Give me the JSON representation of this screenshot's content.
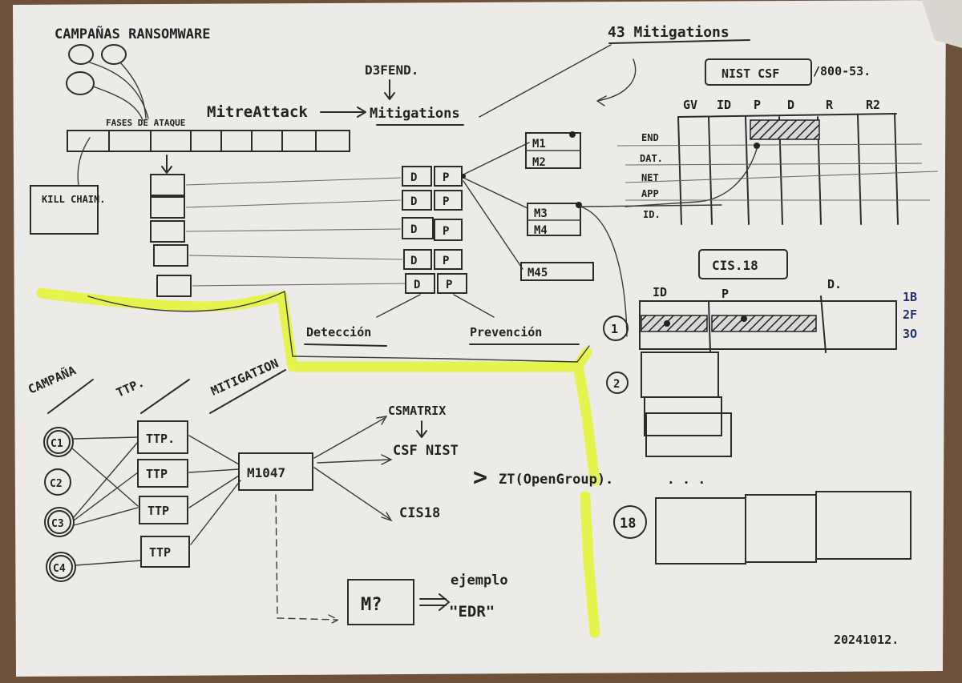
{
  "title_campaigns": "CAMPAÑAS RANSOMWARE",
  "attack_phases_label": "FASES DE ATAQUE",
  "kill_chain_label": "KILL CHAIN.",
  "mitre_attack": "MitreAttack",
  "d3fend": "D3FEND.",
  "mitigations": "Mitigations",
  "mitigations_count": "43 Mitigations",
  "nist_csf": "NIST CSF",
  "nist_800_53": "/800-53.",
  "csf_columns": [
    "GV",
    "ID",
    "P",
    "D",
    "R",
    "R2"
  ],
  "csf_rows": [
    "END",
    "DAT.",
    "NET",
    "APP",
    "ID."
  ],
  "dp_pairs": [
    {
      "d": "D",
      "p": "P"
    },
    {
      "d": "D",
      "p": "P"
    },
    {
      "d": "D",
      "p": "P"
    },
    {
      "d": "D",
      "p": "P"
    },
    {
      "d": "D",
      "p": "P"
    }
  ],
  "m_group_1": [
    "M1",
    "M2"
  ],
  "m_group_2": [
    "M3",
    "M4"
  ],
  "m45": "M45",
  "detection": "Detección",
  "prevention": "Prevención",
  "cis18": "CIS.18",
  "cis_columns": [
    "ID",
    "P",
    "D."
  ],
  "cis_legend": [
    "1B",
    "2F",
    "3O"
  ],
  "cis_rows": [
    "1",
    "2",
    "18"
  ],
  "ellipsis": ". . .",
  "section_campana": "CAMPAÑA",
  "section_ttp": "TTP.",
  "section_mitigation": "MITIGATION",
  "campaigns": [
    "C1",
    "C2",
    "C3",
    "C4"
  ],
  "ttps": [
    "TTP.",
    "TTP",
    "TTP",
    "TTP"
  ],
  "mitigation_id": "M1047",
  "cis_matrix": "CSMATRIX",
  "csf_nist": "CSF NIST",
  "cis18_target": "CIS18",
  "zt_opengroup": "ZT(OpenGroup).",
  "unknown_m": "M?",
  "example_label": "ejemplo",
  "example_value": "\"EDR\"",
  "date": "20241012."
}
